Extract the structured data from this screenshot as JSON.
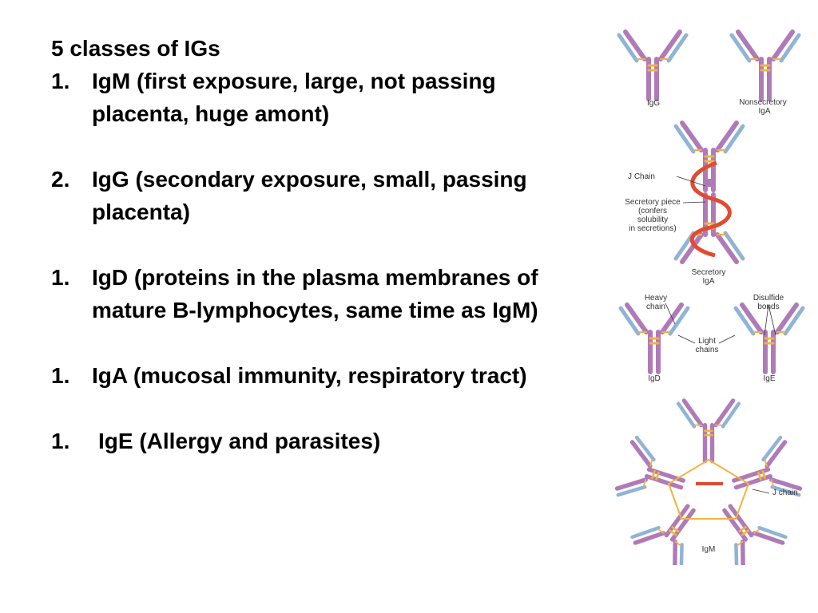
{
  "slide": {
    "heading": "5 classes of IGs",
    "items": [
      {
        "number": "1.",
        "text": "IgM (first exposure, large, not passing placenta, huge amont)"
      },
      {
        "number": "2.",
        "text": "IgG (secondary exposure, small, passing placenta)"
      },
      {
        "number": "1.",
        "text": "IgD (proteins in the plasma membranes of mature B-lymphocytes, same time as IgM)"
      },
      {
        "number": "1.",
        "text": "IgA (mucosal immunity, respiratory tract)"
      },
      {
        "number": "1.",
        "text": "IgE (Allergy and parasites)"
      }
    ]
  },
  "figure": {
    "labels": {
      "igg": "IgG",
      "nonsecretory_1": "Nonsecretory",
      "nonsecretory_2": "IgA",
      "j_chain_top": "J Chain",
      "secretory_piece_1": "Secretory piece",
      "secretory_piece_2": "(confers",
      "secretory_piece_3": "solubility",
      "secretory_piece_4": "in secretions)",
      "secretory_1": "Secretory",
      "secretory_2": "IgA",
      "heavy_1": "Heavy",
      "heavy_2": "chain",
      "disulfide_1": "Disulfide",
      "disulfide_2": "bonds",
      "light_1": "Light",
      "light_2": "chains",
      "igd": "IgD",
      "ige": "IgE",
      "j_chain_bottom": "J chain",
      "igm": "IgM"
    },
    "colors": {
      "heavy_chain": "#b07ab8",
      "light_chain": "#8fb4d6",
      "disulfide": "#f2b33d",
      "j_chain": "#e14b32"
    }
  }
}
